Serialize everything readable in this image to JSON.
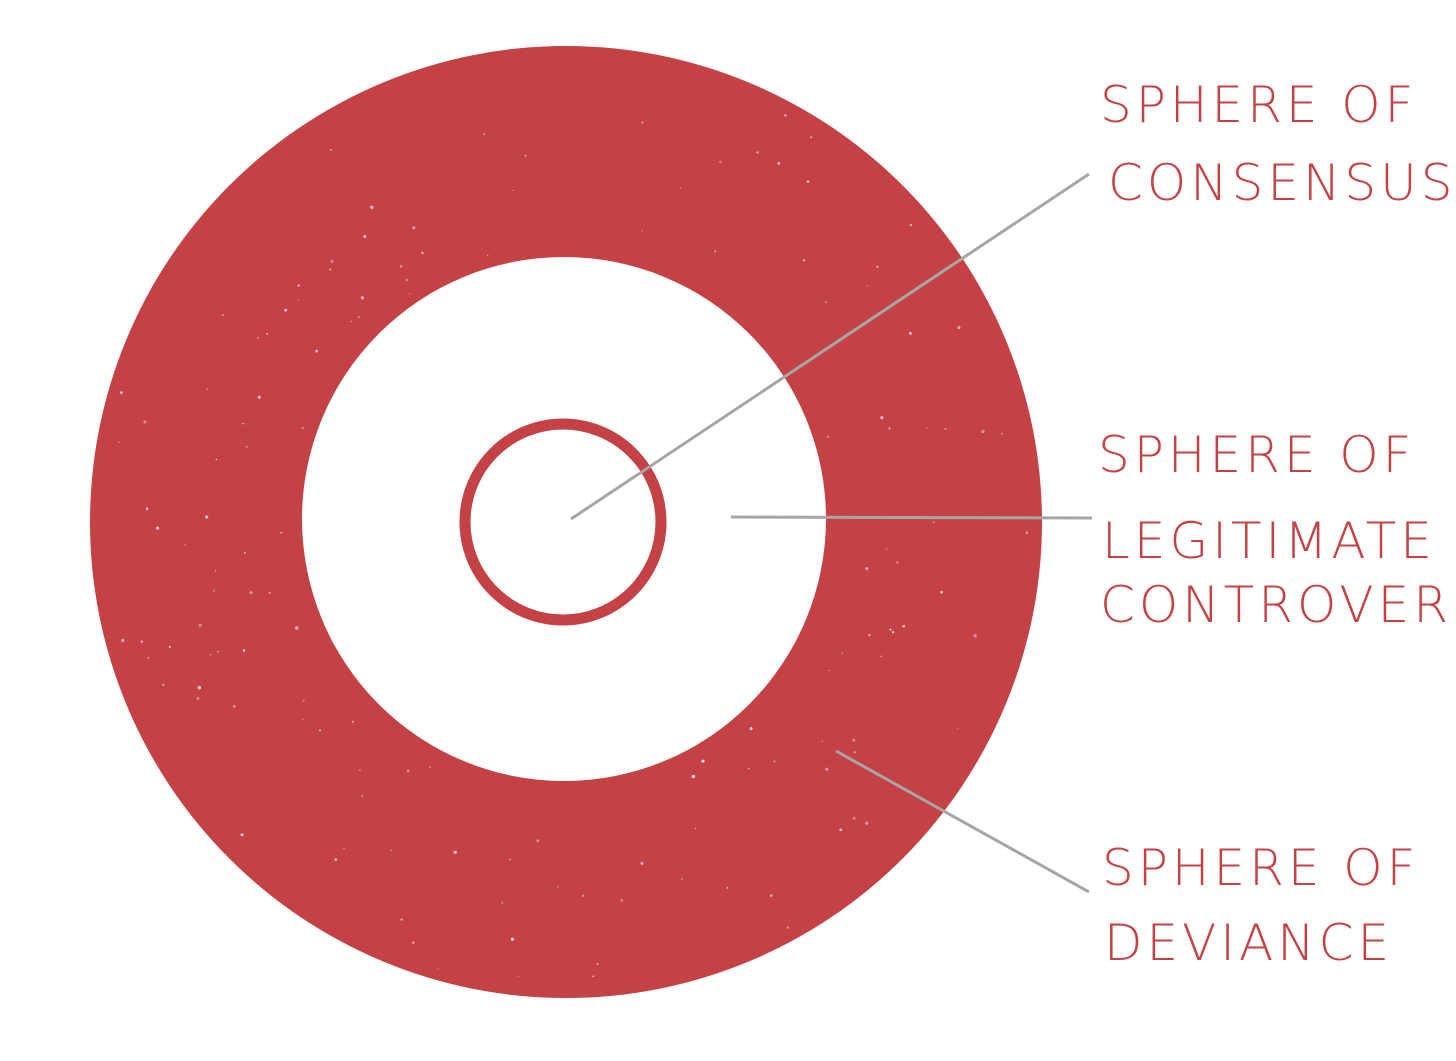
{
  "colors": {
    "ring": "#c44246",
    "background": "#ffffff",
    "leader_line": "#a6a6a6",
    "label": "#c44246"
  },
  "labels": {
    "consensus": {
      "line1": "SPHERE OF",
      "line2": "CONSENSUS"
    },
    "legitimate_controversy": {
      "line1": "SPHERE OF",
      "line2": "LEGITIMATE",
      "line3": "CONTROVERSY"
    },
    "deviance": {
      "line1": "SPHERE OF",
      "line2": "DEVIANCE"
    }
  }
}
